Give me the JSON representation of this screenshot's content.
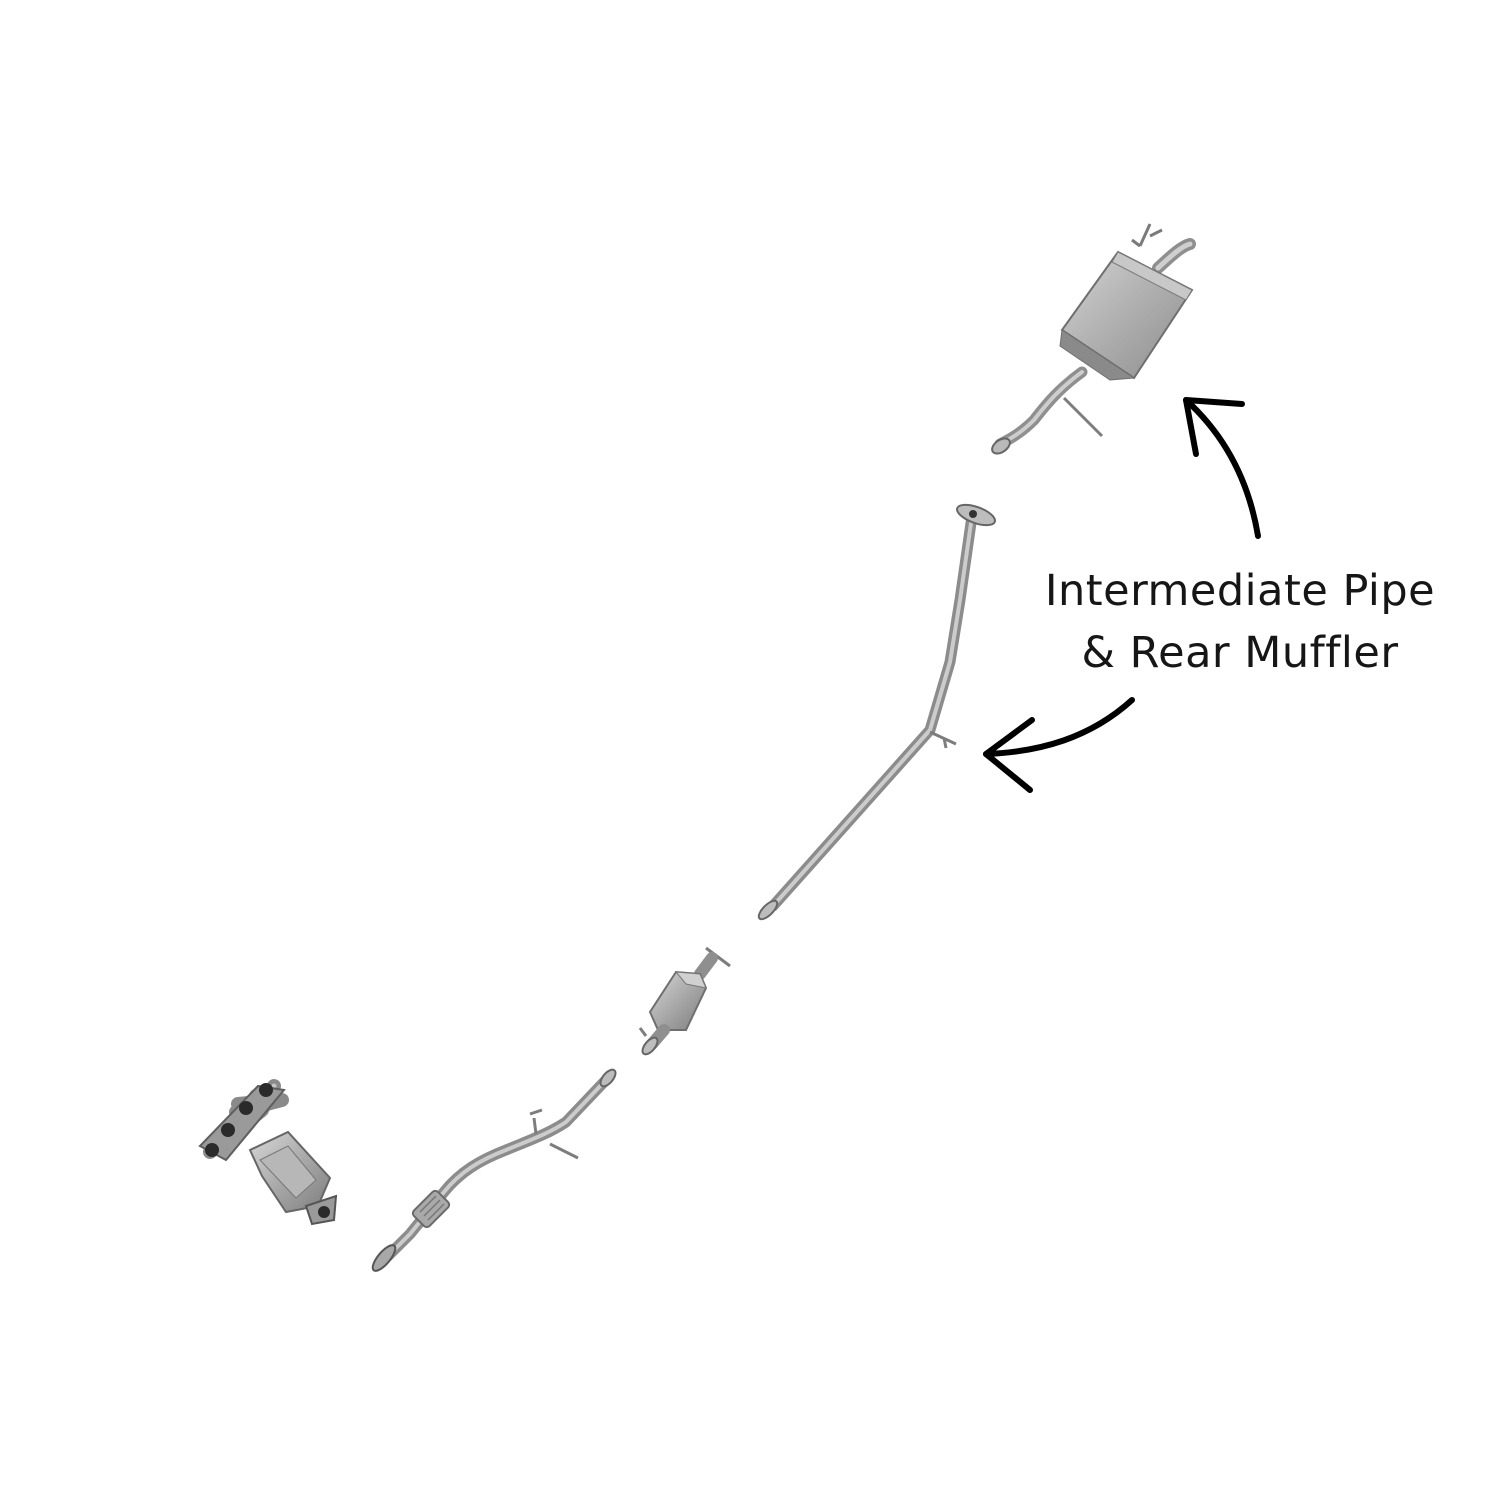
{
  "callout": {
    "line1": "Intermediate Pipe",
    "line2": "& Rear Muffler"
  },
  "colors": {
    "background": "#ffffff",
    "arrow": "#000000",
    "part_light": "#c9c9c9",
    "part_mid": "#a7a7a7",
    "part_dark": "#6e6e6e"
  },
  "parts": [
    "exhaust-manifold-catalytic-converter",
    "front-flex-pipe",
    "catalytic-converter",
    "intermediate-pipe",
    "rear-muffler"
  ]
}
